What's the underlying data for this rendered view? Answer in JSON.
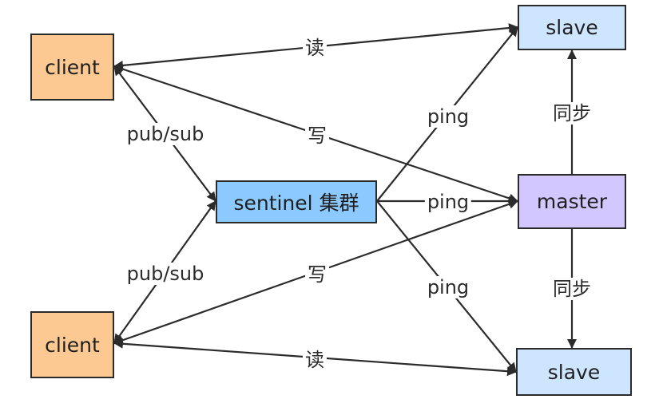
{
  "nodes": {
    "client_top": "client",
    "client_bottom": "client",
    "slave_top": "slave",
    "slave_bottom": "slave",
    "master": "master",
    "sentinel": "sentinel 集群"
  },
  "edge_labels": {
    "read_top": "读",
    "write_top": "写",
    "pubsub_top": "pub/sub",
    "pubsub_bottom": "pub/sub",
    "write_bottom": "写",
    "read_bottom": "读",
    "ping_top": "ping",
    "ping_mid": "ping",
    "ping_bottom": "ping",
    "sync_top": "同步",
    "sync_bottom": "同步"
  },
  "colors": {
    "client": "#fdc992",
    "slave": "#cde5ff",
    "master": "#d2c8ff",
    "sentinel": "#8cc9ff",
    "line": "#2b2b2b"
  }
}
